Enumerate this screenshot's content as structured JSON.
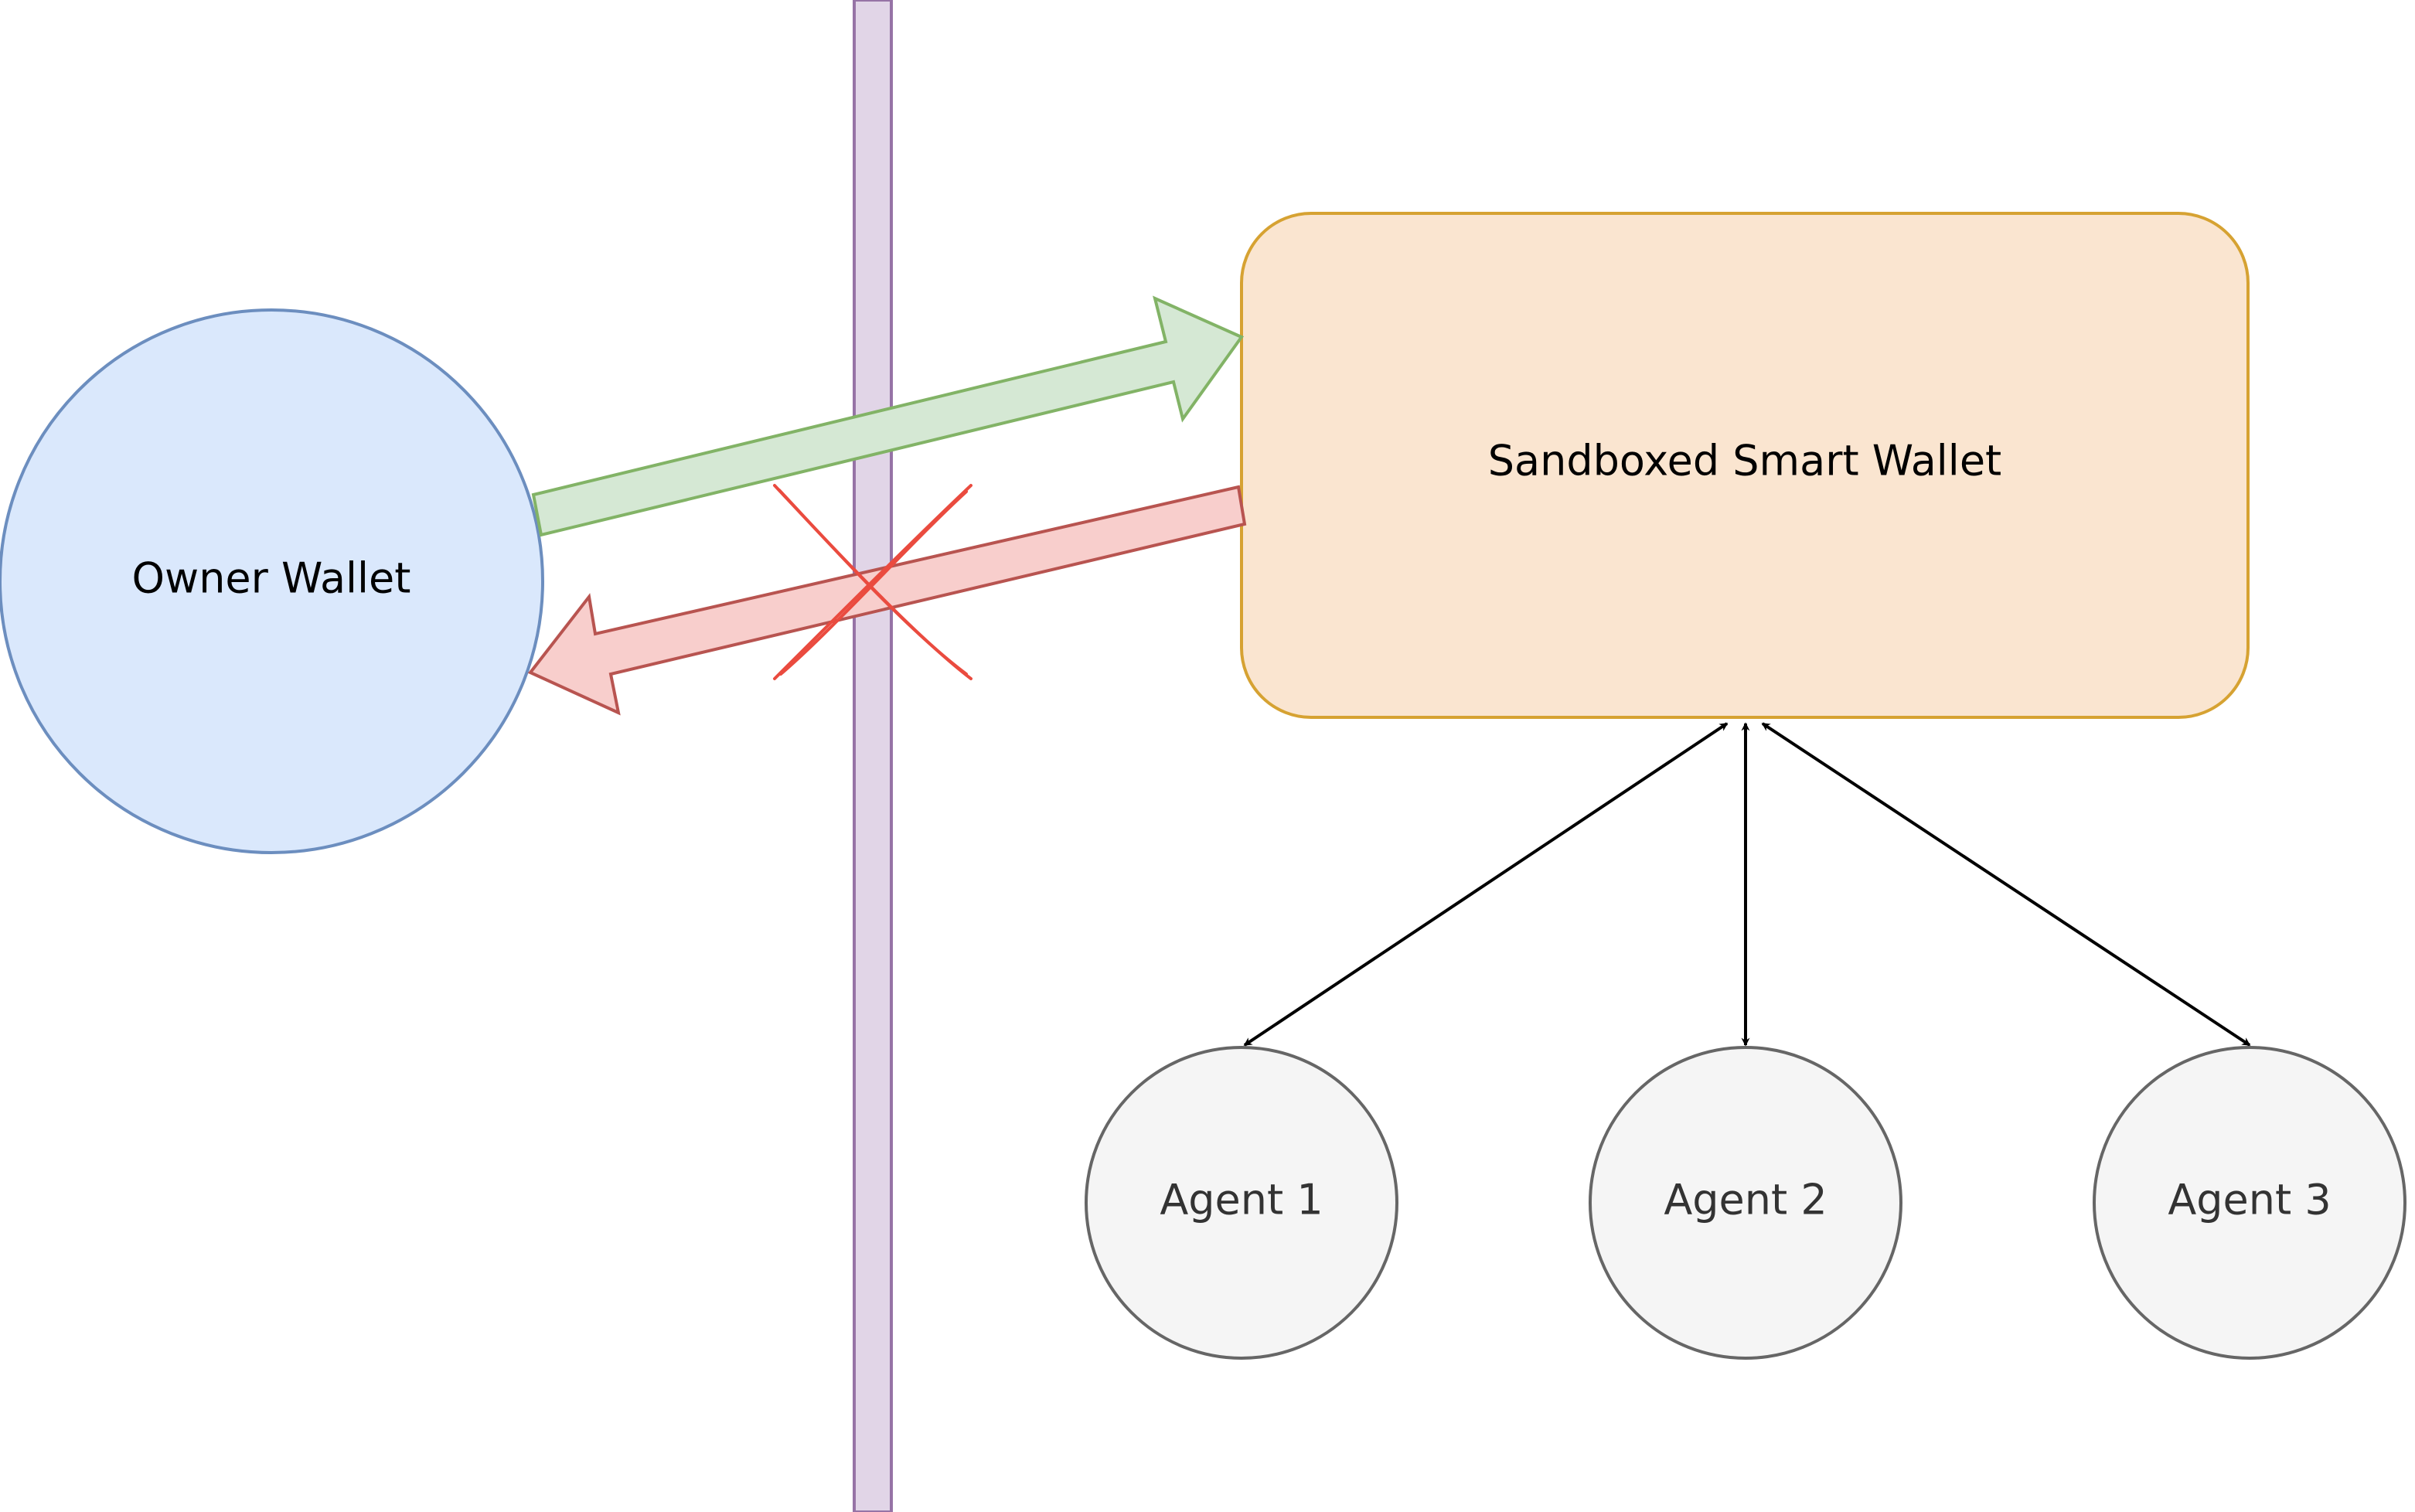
{
  "nodes": {
    "owner_wallet": {
      "label": "Owner Wallet",
      "fill": "#dae8fc",
      "stroke": "#6c8ebf"
    },
    "smart_wallet": {
      "label": "Sandboxed Smart Wallet",
      "fill": "#fae5d0",
      "stroke": "#d6a232"
    },
    "agent_1": {
      "label": "Agent 1",
      "fill": "#f5f5f5",
      "stroke": "#666666"
    },
    "agent_2": {
      "label": "Agent 2",
      "fill": "#f5f5f5",
      "stroke": "#666666"
    },
    "agent_3": {
      "label": "Agent 3",
      "fill": "#f5f5f5",
      "stroke": "#666666"
    }
  },
  "barrier": {
    "fill": "#e1d5e7",
    "stroke": "#9673a6"
  },
  "flows": {
    "allowed": {
      "direction": "owner-wallet-to-smart-wallet",
      "fill": "#d5e8d4",
      "stroke": "#82b366"
    },
    "blocked": {
      "direction": "smart-wallet-to-owner-wallet",
      "fill": "#f8cecc",
      "stroke": "#b85450",
      "blocked_mark_color": "#ea4b3f"
    }
  },
  "connectors": [
    {
      "from": "smart-wallet",
      "to": "agent-1",
      "style": "bidirectional"
    },
    {
      "from": "smart-wallet",
      "to": "agent-2",
      "style": "bidirectional"
    },
    {
      "from": "smart-wallet",
      "to": "agent-3",
      "style": "bidirectional"
    }
  ]
}
